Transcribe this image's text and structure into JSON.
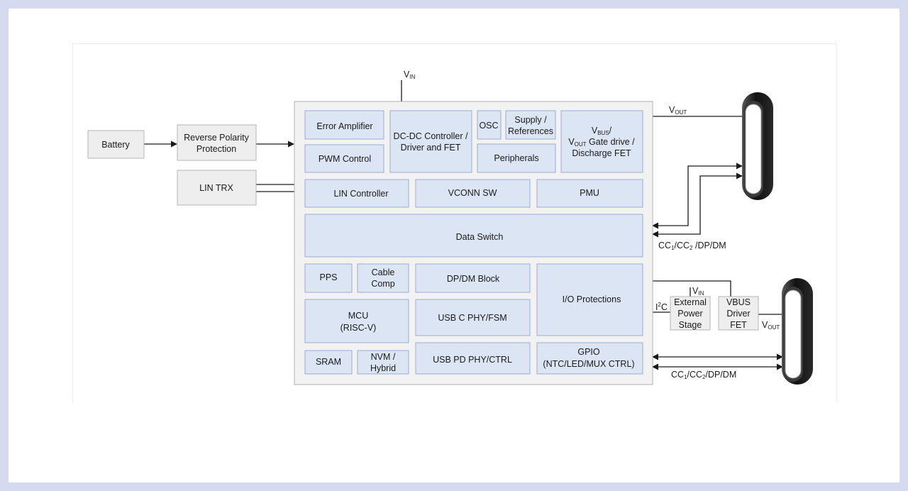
{
  "external": {
    "battery": "Battery",
    "reverse_polarity": [
      "Reverse Polarity",
      "Protection"
    ],
    "lin_trx": "LIN TRX"
  },
  "vin_top": {
    "main": "V",
    "sub": "IN"
  },
  "blocks": {
    "error_amplifier": "Error Amplifier",
    "pwm_control": "PWM Control",
    "dcdc": [
      "DC-DC Controller /",
      "Driver and FET"
    ],
    "osc": "OSC",
    "supply": [
      "Supply /",
      "References"
    ],
    "peripherals": "Peripherals",
    "vbus_gate": {
      "l1_main": "V",
      "l1_sub": "BUS",
      "l1_tail": "/",
      "l2_main": "V",
      "l2_sub": "OUT",
      "l2_tail": " Gate drive /",
      "l3": "Discharge FET"
    },
    "lin_controller": "LIN Controller",
    "vconn_sw": "VCONN SW",
    "pmu": "PMU",
    "data_switch": "Data Switch",
    "pps": "PPS",
    "cable_comp": [
      "Cable",
      "Comp"
    ],
    "dpdm_block": "DP/DM Block",
    "io_protections": "I/O Protections",
    "mcu": [
      "MCU",
      "(RISC-V)"
    ],
    "usbc_phy": "USB C PHY/FSM",
    "sram": "SRAM",
    "nvm": [
      "NVM /",
      "Hybrid"
    ],
    "usbpd_phy": "USB PD PHY/CTRL",
    "gpio": [
      "GPIO",
      "(NTC/LED/MUX CTRL)"
    ]
  },
  "labels": {
    "vout_top": {
      "main": "V",
      "sub": "OUT"
    },
    "cc_top": {
      "p1": "CC",
      "s1": "1",
      "p2": "/CC",
      "s2": "2",
      "p3": " /DP/DM"
    },
    "i2c": {
      "main": "I",
      "sup": "2",
      "tail": "C"
    },
    "vin_ext": {
      "main": "V",
      "sub": "IN"
    },
    "vout_bottom": {
      "main": "V",
      "sub": "OUT"
    },
    "cc_bottom": {
      "p1": "CC",
      "s1": "1",
      "p2": "/CC",
      "s2": "2",
      "p3": "/DP/DM"
    }
  },
  "ext_power": [
    "External",
    "Power",
    "Stage"
  ],
  "vbus_driver": [
    "VBUS",
    "Driver",
    "FET"
  ]
}
